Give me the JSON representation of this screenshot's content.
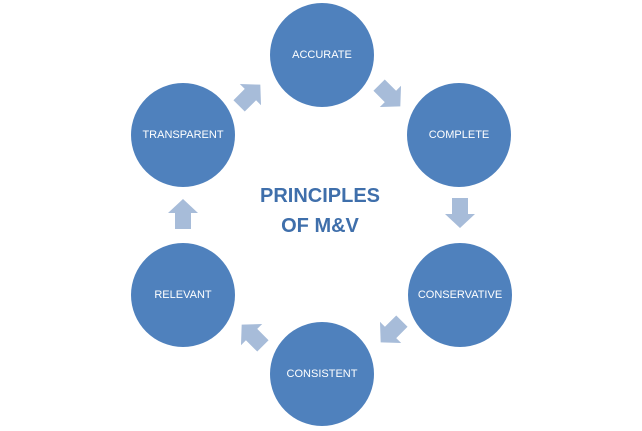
{
  "diagram": {
    "title_line1": "PRINCIPLES",
    "title_line2": "OF M&V",
    "nodes": [
      {
        "label": "ACCURATE"
      },
      {
        "label": "COMPLETE"
      },
      {
        "label": "CONSERVATIVE"
      },
      {
        "label": "CONSISTENT"
      },
      {
        "label": "RELEVANT"
      },
      {
        "label": "TRANSPARENT"
      }
    ]
  },
  "colors": {
    "node_fill": "#4f81bd",
    "node_text": "#ffffff",
    "arrow_fill": "#a7bcd9",
    "title_text": "#3f6fab"
  }
}
